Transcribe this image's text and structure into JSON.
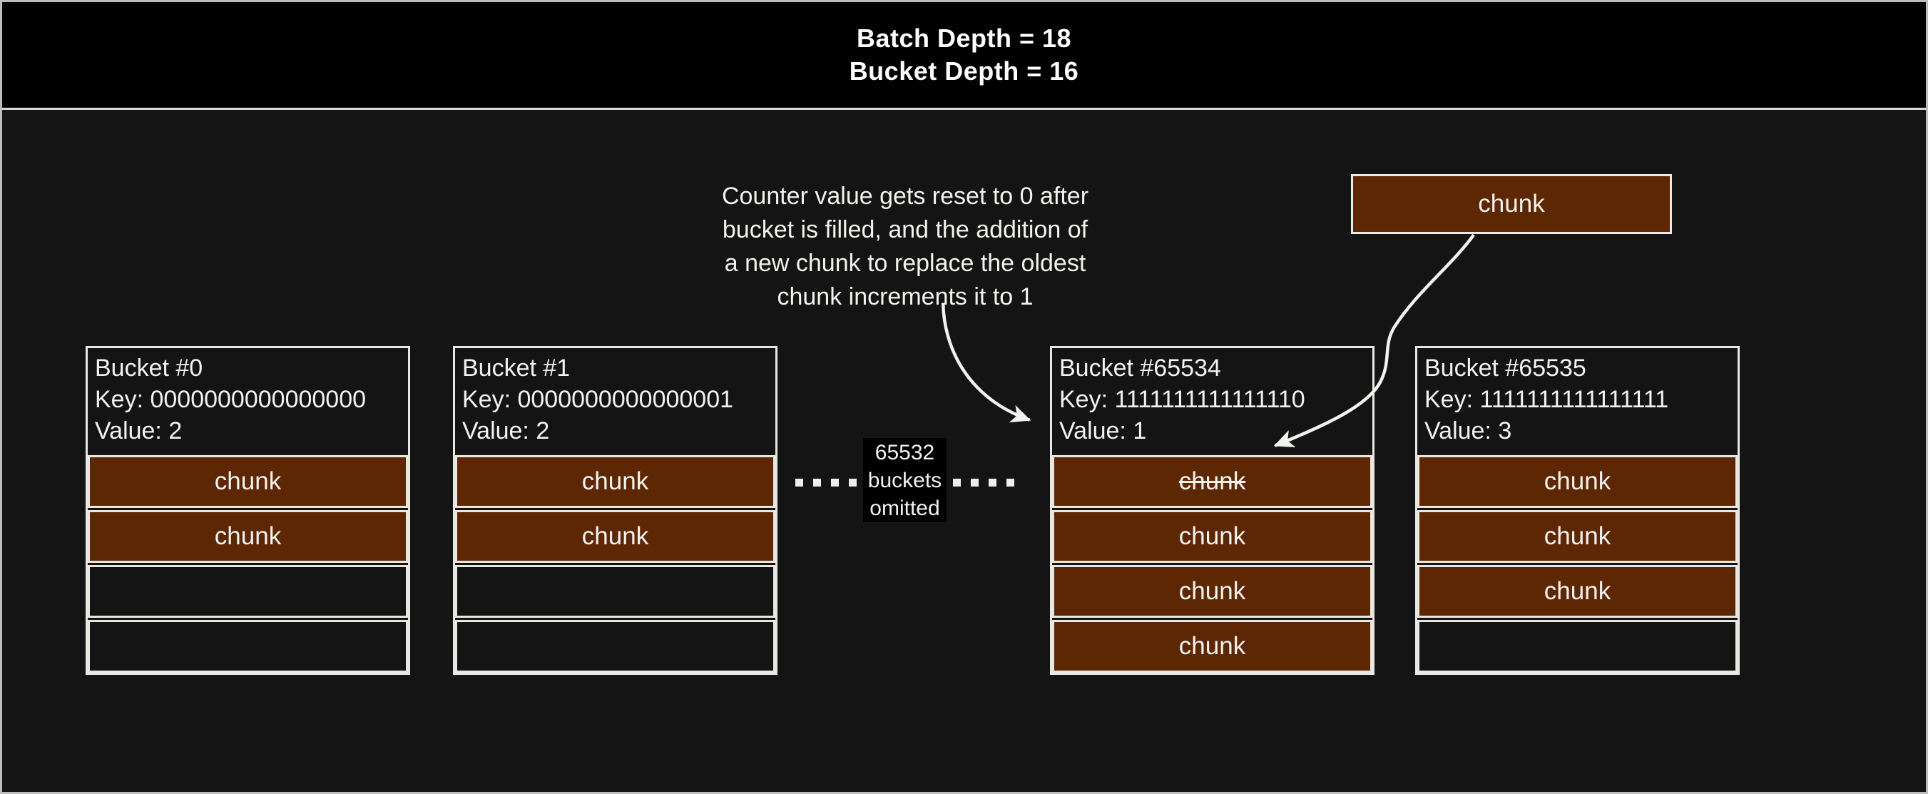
{
  "header": {
    "line1": "Batch Depth = 18",
    "line2": "Bucket Depth = 16"
  },
  "annotation": {
    "lines": [
      "Counter value gets reset to 0 after",
      "bucket is filled, and the addition of",
      "a new chunk to replace the oldest",
      "chunk increments it to 1"
    ]
  },
  "floating_chunk": {
    "label": "chunk"
  },
  "omitted": {
    "lines": [
      "65532",
      "buckets",
      "omitted"
    ]
  },
  "buckets": [
    {
      "name": "Bucket #0",
      "key": "Key: 0000000000000000",
      "value": "Value: 2",
      "slots": [
        {
          "label": "chunk",
          "filled": true,
          "strike": false
        },
        {
          "label": "chunk",
          "filled": true,
          "strike": false
        },
        {
          "label": "",
          "filled": false,
          "strike": false
        },
        {
          "label": "",
          "filled": false,
          "strike": false
        }
      ]
    },
    {
      "name": "Bucket #1",
      "key": "Key: 0000000000000001",
      "value": "Value: 2",
      "slots": [
        {
          "label": "chunk",
          "filled": true,
          "strike": false
        },
        {
          "label": "chunk",
          "filled": true,
          "strike": false
        },
        {
          "label": "",
          "filled": false,
          "strike": false
        },
        {
          "label": "",
          "filled": false,
          "strike": false
        }
      ]
    },
    {
      "name": "Bucket #65534",
      "key": "Key: 1111111111111110",
      "value": "Value: 1",
      "slots": [
        {
          "label": "chunk",
          "filled": true,
          "strike": true
        },
        {
          "label": "chunk",
          "filled": true,
          "strike": false
        },
        {
          "label": "chunk",
          "filled": true,
          "strike": false
        },
        {
          "label": "chunk",
          "filled": true,
          "strike": false
        }
      ]
    },
    {
      "name": "Bucket #65535",
      "key": "Key: 1111111111111111",
      "value": "Value: 3",
      "slots": [
        {
          "label": "chunk",
          "filled": true,
          "strike": false
        },
        {
          "label": "chunk",
          "filled": true,
          "strike": false
        },
        {
          "label": "chunk",
          "filled": true,
          "strike": false
        },
        {
          "label": "",
          "filled": false,
          "strike": false
        }
      ]
    }
  ],
  "colors": {
    "chunk_fill": "#5e2704",
    "body_bg": "#141414",
    "header_bg": "#000000",
    "line": "#e9e7e2",
    "text": "#f4f2ee"
  }
}
